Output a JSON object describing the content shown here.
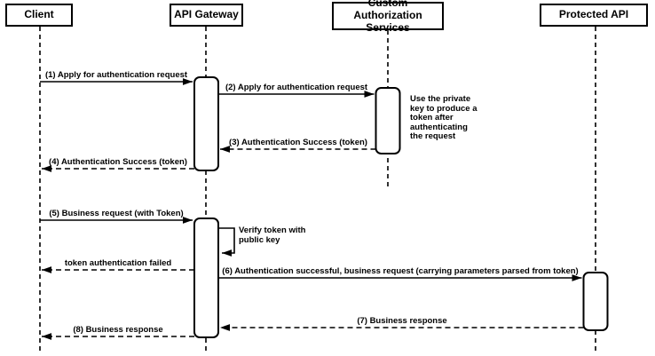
{
  "diagram_type": "sequence-diagram",
  "colors": {
    "stroke": "#000000",
    "background": "#ffffff",
    "text": "#000000"
  },
  "participants": [
    {
      "label": "Client"
    },
    {
      "label": "API Gateway"
    },
    {
      "label": "Custom Authorization Services"
    },
    {
      "label": "Protected API"
    }
  ],
  "messages": [
    {
      "label": "(1) Apply for authentication request",
      "from": "Client",
      "to": "API Gateway",
      "line": "solid"
    },
    {
      "label": "(2) Apply for authentication request",
      "from": "API Gateway",
      "to": "Custom Authorization Services",
      "line": "solid"
    },
    {
      "label": "(3) Authentication Success (token)",
      "from": "Custom Authorization Services",
      "to": "API Gateway",
      "line": "dashed"
    },
    {
      "label": "(4) Authentication Success (token)",
      "from": "API Gateway",
      "to": "Client",
      "line": "dashed"
    },
    {
      "label": "(5) Business request (with Token)",
      "from": "Client",
      "to": "API Gateway",
      "line": "solid"
    },
    {
      "label": "token authentication failed",
      "from": "API Gateway",
      "to": "Client",
      "line": "dashed"
    },
    {
      "label": "(6) Authentication successful, business request (carrying parameters parsed from token)",
      "from": "API Gateway",
      "to": "Protected API",
      "line": "solid"
    },
    {
      "label": "(7) Business response",
      "from": "Protected API",
      "to": "API Gateway",
      "line": "dashed"
    },
    {
      "label": "(8) Business response",
      "from": "API Gateway",
      "to": "Client",
      "line": "dashed"
    }
  ],
  "notes": [
    {
      "label": "Use the private key to produce a token after authenticating the request",
      "attached_to": "Custom Authorization Services"
    },
    {
      "label": "Verify token with public key",
      "attached_to": "API Gateway",
      "kind": "self-message"
    }
  ]
}
